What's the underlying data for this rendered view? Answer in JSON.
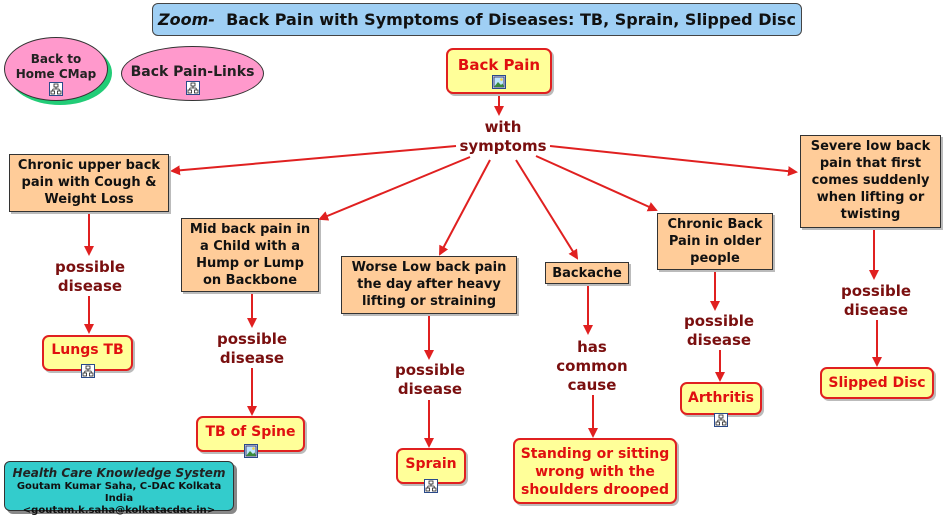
{
  "title": {
    "zoom": "Zoom-",
    "text": "Back Pain with Symptoms of Diseases: TB, Sprain, Slipped Disc"
  },
  "nav": {
    "home": "Back to Home CMap",
    "links": "Back Pain-Links"
  },
  "root": "Back Pain",
  "root_link": "with symptoms",
  "symptoms": {
    "upper_back": "Chronic upper back pain with Cough & Weight Loss",
    "mid_back_child": "Mid back pain in a Child with a Hump or Lump on Backbone",
    "low_back_lifting": "Worse Low back pain the day after heavy lifting or straining",
    "backache": "Backache",
    "older_people": "Chronic Back Pain in older people",
    "severe_low_back": "Severe low back pain that first comes suddenly when lifting or twisting"
  },
  "links": {
    "possible_disease": "possible disease",
    "has_common_cause": "has common cause"
  },
  "diseases": {
    "lungs_tb": "Lungs TB",
    "tb_spine": "TB of Spine",
    "sprain": "Sprain",
    "arthritis": "Arthritis",
    "slipped_disc": "Slipped Disc",
    "cause": "Standing or sitting wrong with the shoulders drooped"
  },
  "footer": {
    "system": "Health Care Knowledge System",
    "author": "Goutam Kumar Saha, C-DAC Kolkata India",
    "email": "<goutam.k.saha@kolkatacdac.in>"
  },
  "colors": {
    "arrow": "#e02020",
    "link_text": "#7a0f0f",
    "concept": "#ffcc99",
    "disease": "#ffff99"
  },
  "icons": [
    "concept-map-icon",
    "image-icon"
  ]
}
